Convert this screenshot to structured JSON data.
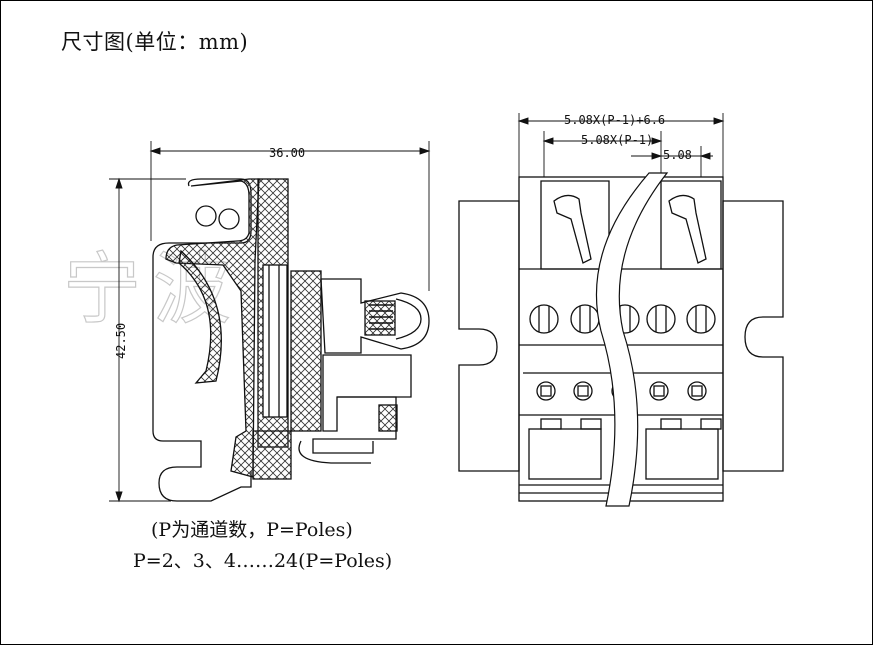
{
  "title": "尺寸图(单位：mm)",
  "watermark": "宁波",
  "side_view": {
    "width_dim": "36.00",
    "height_dim": "42.50"
  },
  "front_view": {
    "overall_dim": "5.08X(P-1)+6.6",
    "pitch_total_dim": "5.08X(P-1)",
    "pitch_dim": "5.08"
  },
  "notes": {
    "line1": "(P为通道数，P=Poles)",
    "line2": "P=2、3、4……24(P=Poles)"
  }
}
